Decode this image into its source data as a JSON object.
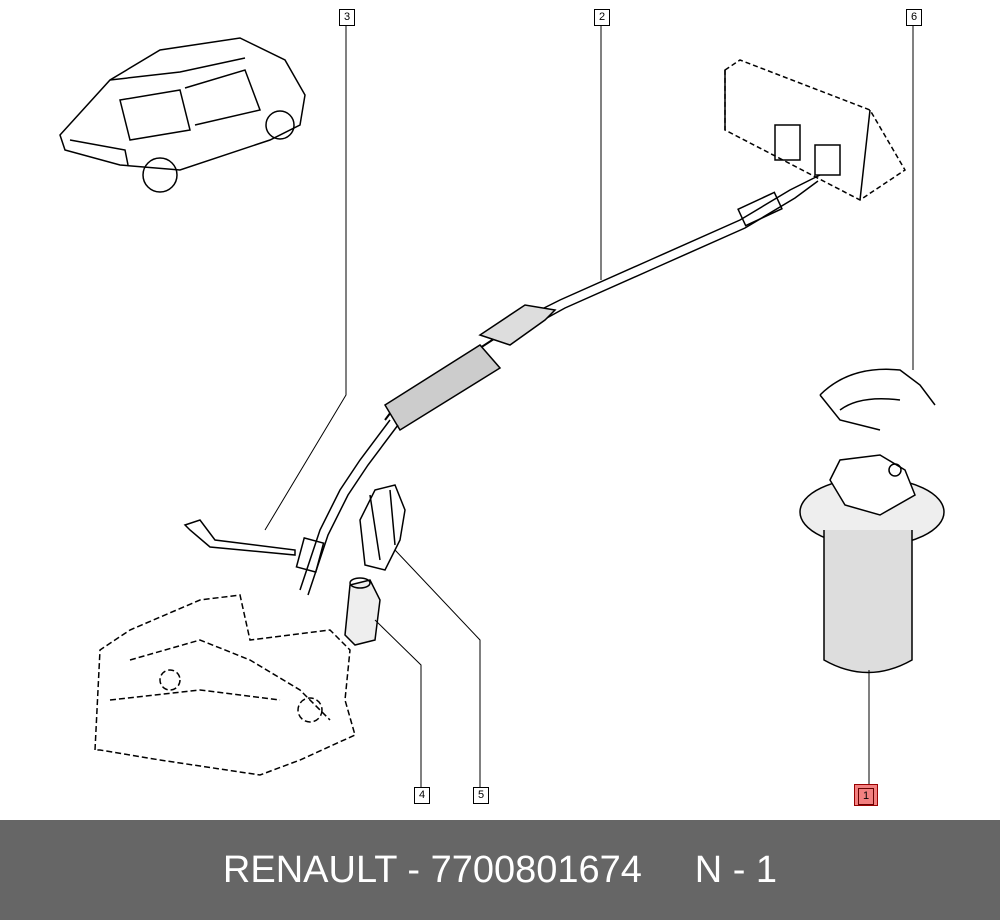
{
  "diagram": {
    "callouts": [
      {
        "id": "1",
        "highlighted": true
      },
      {
        "id": "2"
      },
      {
        "id": "3"
      },
      {
        "id": "4"
      },
      {
        "id": "5"
      },
      {
        "id": "6"
      }
    ],
    "highlight_color": "#f28080"
  },
  "footer": {
    "brand": "RENAULT",
    "separator": " - ",
    "part_number": "7700801674",
    "position_label": "N - 1"
  }
}
